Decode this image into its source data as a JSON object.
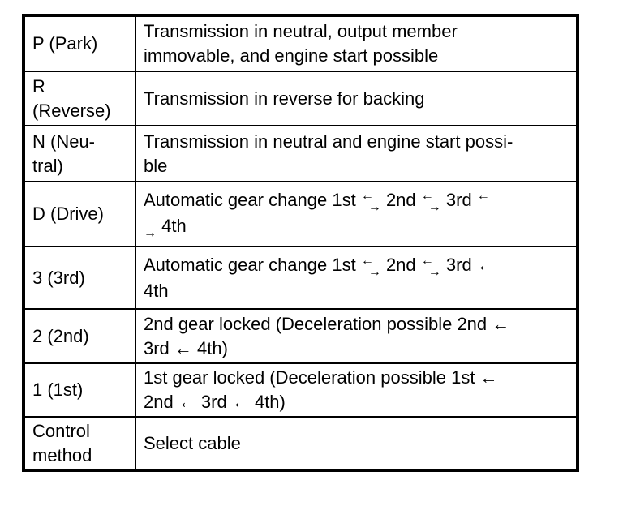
{
  "colors": {
    "background": "#ffffff",
    "border": "#000000",
    "text": "#000000"
  },
  "table": {
    "columns": [
      "position",
      "description"
    ],
    "rows": [
      {
        "position": "P (Park)",
        "description": "Transmission in neutral, output member\nimmovable, and engine start possible"
      },
      {
        "position": "R\n(Reverse)",
        "description": "Transmission in reverse for backing"
      },
      {
        "position": "N (Neu-\ntral)",
        "description": "Transmission in neutral and engine start possi-\nble"
      },
      {
        "position": "D (Drive)",
        "description": "Automatic gear change 1st {ud} 2nd {ud} 3rd {u}\n{d} 4th"
      },
      {
        "position": "3 (3rd)",
        "description": "Automatic gear change 1st {ud} 2nd {ud} 3rd ←\n4th"
      },
      {
        "position": "2 (2nd)",
        "description": "2nd gear locked (Deceleration possible 2nd ←\n3rd ← 4th)"
      },
      {
        "position": "1 (1st)",
        "description": "1st gear locked (Deceleration possible 1st ←\n2nd ← 3rd ← 4th)"
      },
      {
        "position": "Control\nmethod",
        "description": "Select cable"
      }
    ]
  }
}
